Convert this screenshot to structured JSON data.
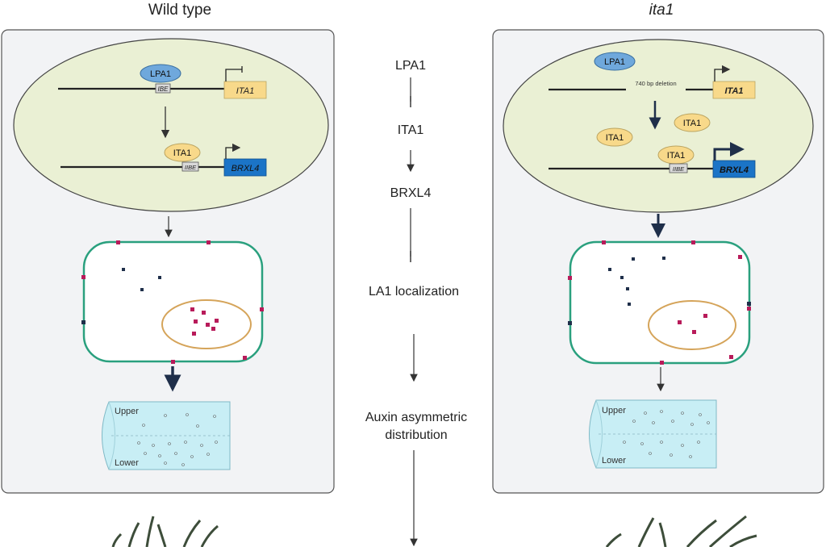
{
  "left_panel": {
    "title": "Wild type",
    "nucleus": {
      "lpa1_label": "LPA1",
      "ibs_label": "IBE",
      "ita1_gene": "ITA1",
      "ita1_protein": "ITA1",
      "iibe_label": "IIBE",
      "brxl4_gene": "BRXL4"
    },
    "stem": {
      "upper": "Upper",
      "lower": "Lower"
    }
  },
  "right_panel": {
    "title": "ita1",
    "nucleus": {
      "lpa1_label": "LPA1",
      "deletion_label": "740 bp deletion",
      "ita1_gene": "ITA1",
      "ita1_protein_a": "ITA1",
      "ita1_protein_b": "ITA1",
      "ita1_protein_c": "ITA1",
      "iibe_label": "IIBE",
      "brxl4_gene": "BRXL4"
    },
    "stem": {
      "upper": "Upper",
      "lower": "Lower"
    }
  },
  "pathway": {
    "step1": "LPA1",
    "step2": "ITA1",
    "step3": "BRXL4",
    "step4": "LA1 localization",
    "step5_line1": "Auxin asymmetric",
    "step5_line2": "distribution"
  },
  "colors": {
    "panel_bg": "#f2f3f5",
    "nucleus_fill": "#eaf0d4",
    "lpa1_fill": "#6fa8dc",
    "ita1_fill": "#f8d98a",
    "brxl4_fill": "#1b74c7",
    "cell_border": "#2aa07e",
    "nucleus_oval_border": "#d5a45a",
    "stem_fill": "#c8eef5",
    "dot_magenta": "#b81b5a",
    "dot_navy": "#1f2f4a"
  }
}
